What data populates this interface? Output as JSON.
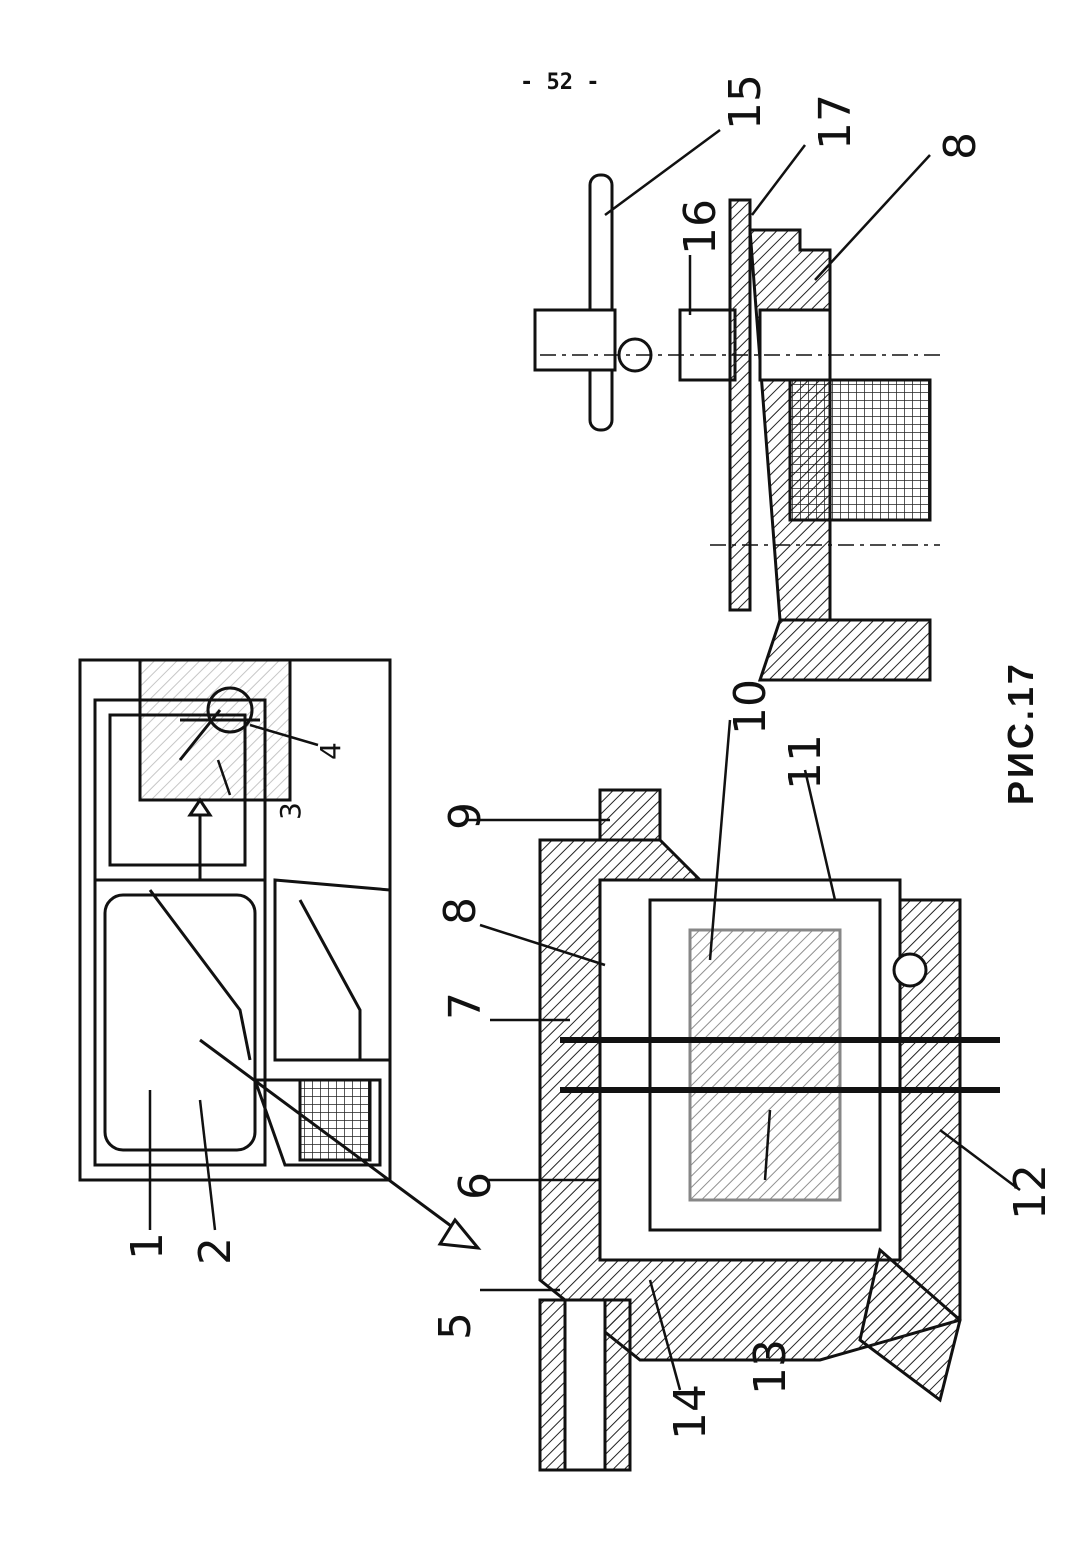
{
  "page": {
    "page_number": "- 52 -",
    "figure_caption": "РИС.17"
  },
  "callouts": [
    "1",
    "2",
    "3",
    "4",
    "5",
    "6",
    "7",
    "8",
    "9",
    "10",
    "11",
    "12",
    "13",
    "14",
    "15",
    "16",
    "17",
    "8"
  ]
}
